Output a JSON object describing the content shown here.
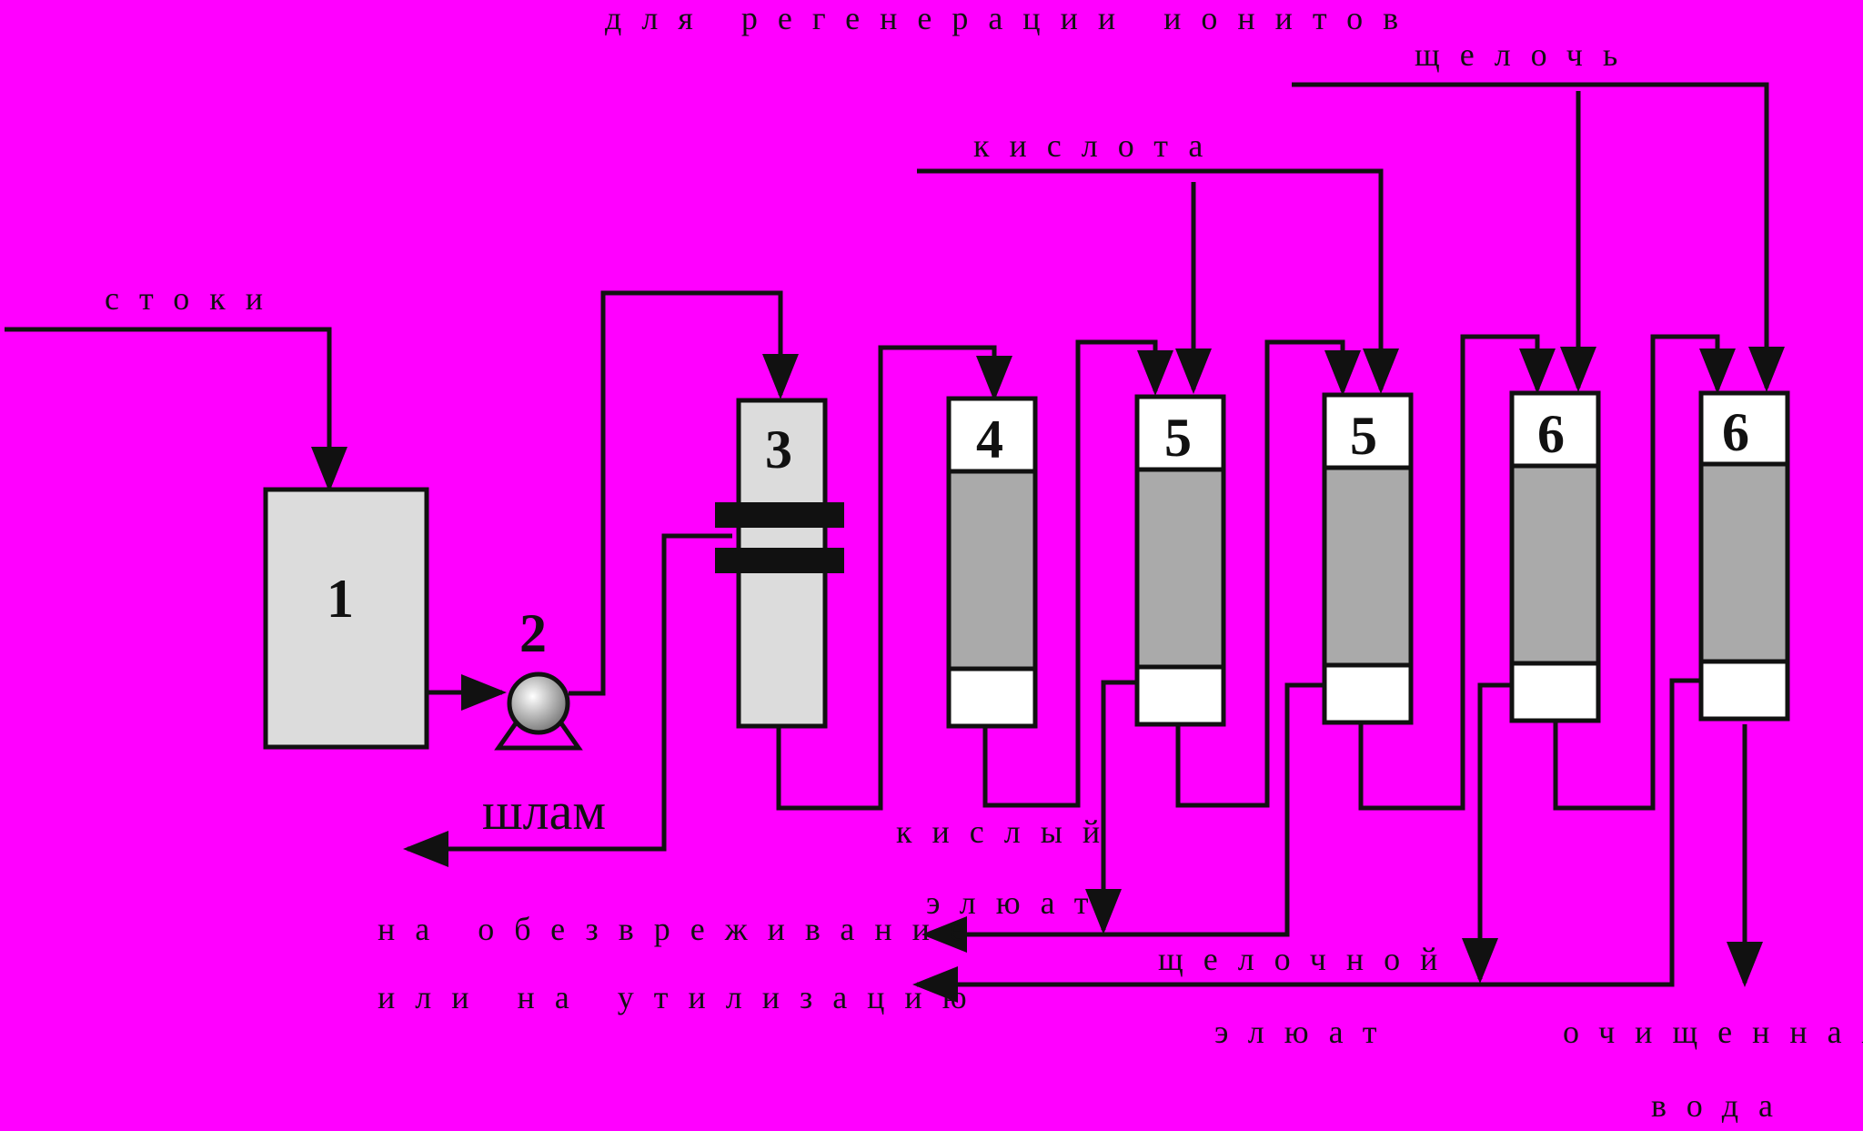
{
  "diagram": {
    "background": "#FF00FF",
    "colors": {
      "line": "#111111",
      "tank_fill": "#DCDCDC",
      "resin_fill": "#AAAAAA",
      "cap_fill": "#FFFFFF"
    },
    "labels": {
      "regeneration": "для регенерации ионитов",
      "alkali": "щелочь",
      "acid": "кислота",
      "wastewater": "стоки",
      "sludge": "шлам",
      "acid_eluate_1": "кислый",
      "acid_eluate_2": "элюат",
      "neutralize_1": "на обезвреживание",
      "neutralize_2": "или на утилизацию",
      "alkaline_eluate_1": "щелочной",
      "alkaline_eluate_2": "элюат",
      "clean_water_1": "очищенная",
      "clean_water_2": "вода"
    },
    "units": {
      "tank": "1",
      "pump": "2",
      "filter": "3",
      "col1": "4",
      "col2": "5",
      "col3": "5",
      "col4": "6",
      "col5": "6"
    }
  }
}
